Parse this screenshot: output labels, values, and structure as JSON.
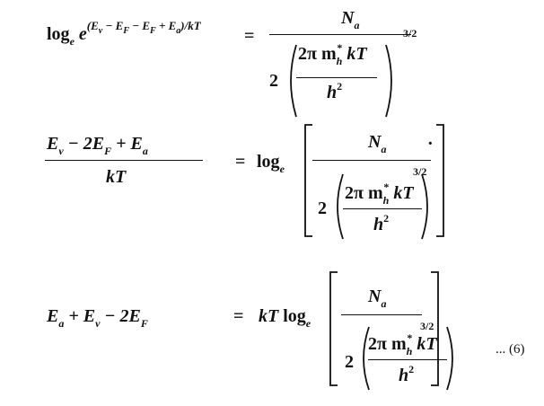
{
  "eq1": {
    "log": "log",
    "base": "e",
    "e": "e",
    "exp": [
      "(E",
      "v",
      " − E",
      "F",
      " − E",
      "F",
      " + E",
      "a",
      ")/kT"
    ],
    "equals": "=",
    "num": [
      "N",
      "a"
    ],
    "two": "2",
    "inner_num": [
      "2π m",
      "h",
      "*",
      " kT"
    ],
    "inner_den": [
      "h",
      "2"
    ],
    "power": "3/2"
  },
  "eq2": {
    "lhs_num": [
      "E",
      "v",
      " − 2E",
      "F",
      " + E",
      "a"
    ],
    "lhs_den": "kT",
    "equals": "=",
    "log": "log",
    "base": "e",
    "num": [
      "N",
      "a"
    ],
    "dot": "·",
    "two": "2",
    "inner_num": [
      "2π m",
      "h",
      "*",
      " kT"
    ],
    "inner_den": [
      "h",
      "2"
    ],
    "power": "3/2"
  },
  "eq3": {
    "lhs": [
      "E",
      "a",
      " + E",
      "v",
      " − 2E",
      "F"
    ],
    "equals": "=",
    "kT": "kT",
    "log": "log",
    "base": "e",
    "num": [
      "N",
      "a"
    ],
    "two": "2",
    "inner_num": [
      "2π m",
      "h",
      "*",
      " kT"
    ],
    "inner_den": [
      "h",
      "2"
    ],
    "power": "3/2",
    "label": "... (6)"
  }
}
